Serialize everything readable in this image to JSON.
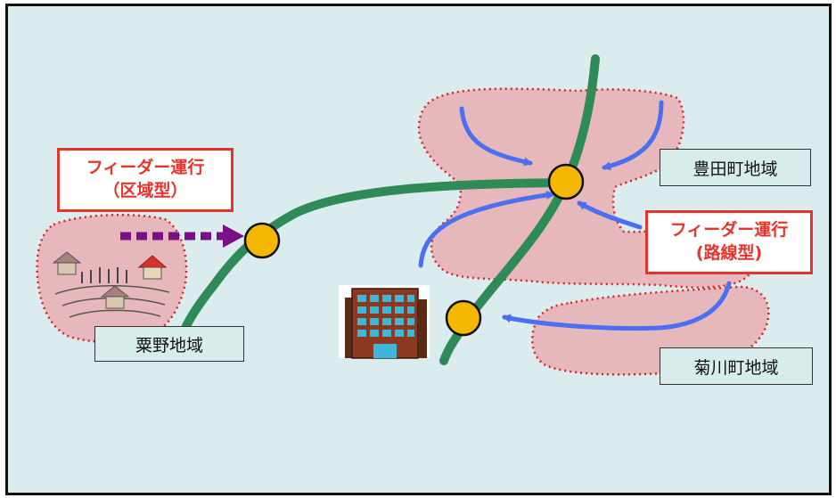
{
  "labels": {
    "awano": "粟野地域",
    "toyota": "豊田町地域",
    "kikugawa": "菊川町地域",
    "feeder_area": [
      "フィーダー運行",
      "（区域型）"
    ],
    "feeder_route": [
      "フィーダー運行",
      "(路線型)"
    ]
  },
  "icons": [
    "village-houses-icon",
    "office-building-icon"
  ],
  "colors": {
    "background": "#daecee",
    "rail_line": "#2e8b57",
    "station": "#f5b700",
    "feeder_arrow": "#4a6ff0",
    "area_arrow": "#7a0f8a",
    "area_fill": "#e7b8bb",
    "area_outline": "#e02020",
    "callout_border": "#e8332a"
  }
}
